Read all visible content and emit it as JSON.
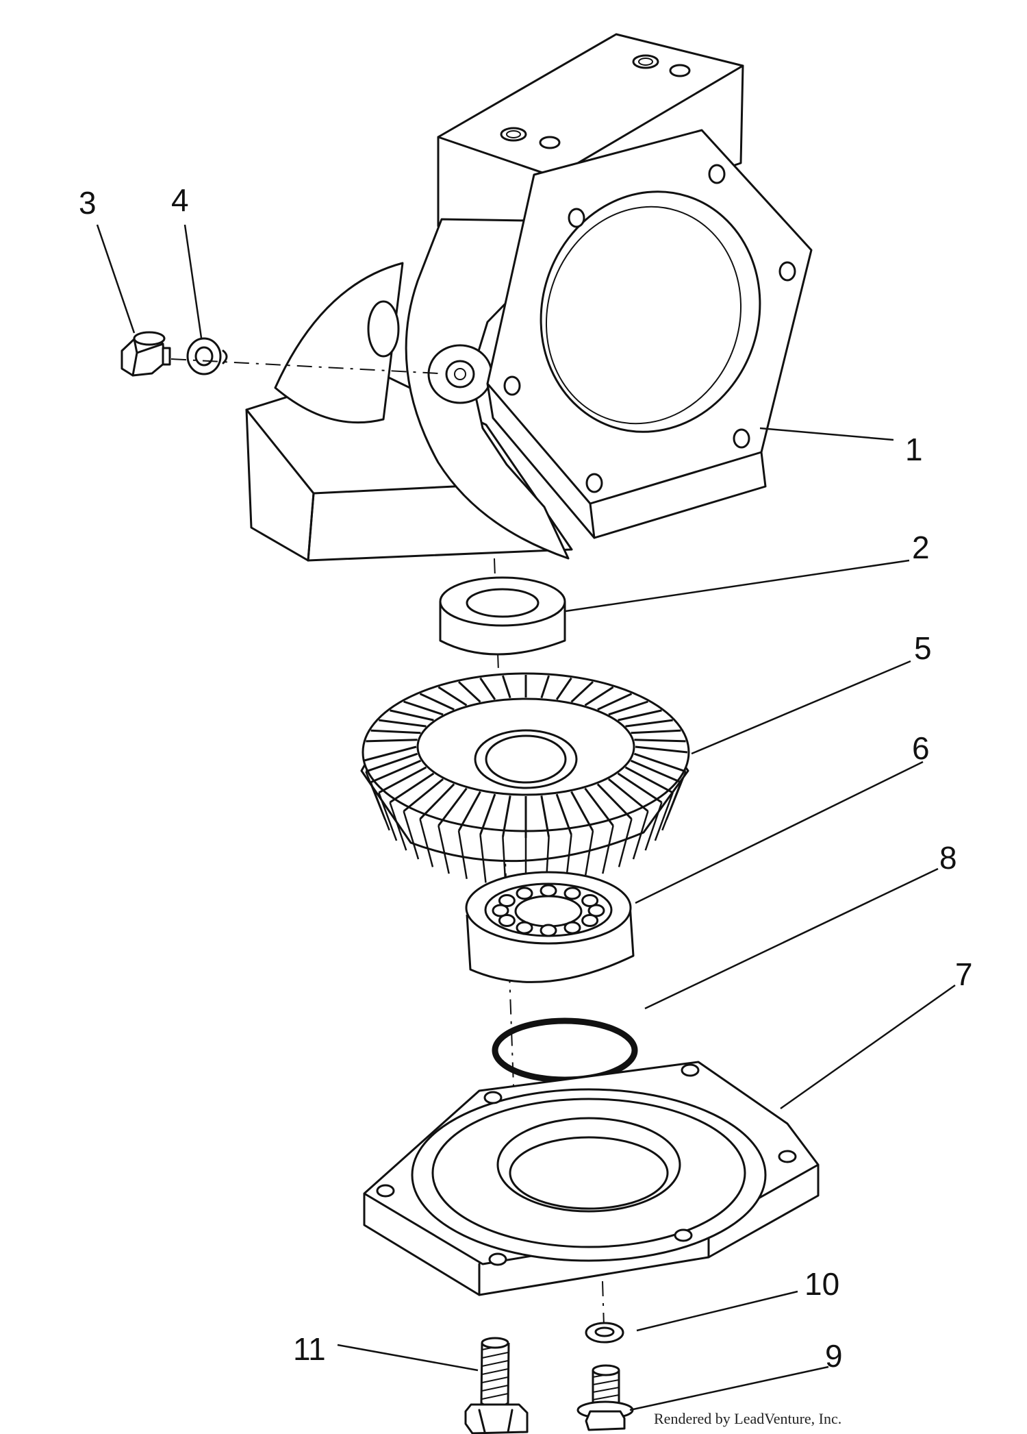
{
  "callouts": {
    "c1": "1",
    "c2": "2",
    "c3": "3",
    "c4": "4",
    "c5": "5",
    "c6": "6",
    "c7": "7",
    "c8": "8",
    "c9": "9",
    "c10": "10",
    "c11": "11"
  },
  "credit": "Rendered by LeadVenture, Inc."
}
